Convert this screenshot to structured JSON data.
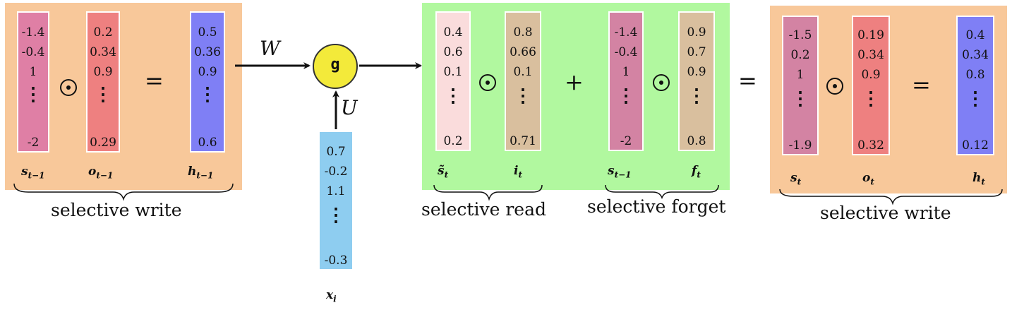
{
  "left_block": {
    "vectors": [
      {
        "label_main": "s",
        "label_sub": "t−1",
        "values": [
          "-1.4",
          "-0.4",
          "1",
          "-2"
        ],
        "color": "#df7fa5"
      },
      {
        "label_main": "o",
        "label_sub": "t−1",
        "values": [
          "0.2",
          "0.34",
          "0.9",
          "0.29"
        ],
        "color": "#ee8080"
      },
      {
        "label_main": "h",
        "label_sub": "t−1",
        "values": [
          "0.5",
          "0.36",
          "0.9",
          "0.6"
        ],
        "color": "#7f7ff5"
      }
    ],
    "caption": "selective write",
    "op_equals": "=",
    "bg": "#f8c89a"
  },
  "gate": {
    "label": "g",
    "w_label": "W",
    "u_label": "U",
    "color": "#f3ea3a"
  },
  "input_vector": {
    "label_main": "x",
    "label_sub": "i",
    "values": [
      "0.7",
      "-0.2",
      "1.1",
      "-0.3"
    ],
    "color": "#8ecdf0"
  },
  "middle_block": {
    "vectors": [
      {
        "label_main": "s̃",
        "label_sub": "t",
        "values": [
          "0.4",
          "0.6",
          "0.1",
          "0.2"
        ],
        "color": "#fadcdc"
      },
      {
        "label_main": "i",
        "label_sub": "t",
        "values": [
          "0.8",
          "0.66",
          "0.1",
          "0.71"
        ],
        "color": "#d9bf9e"
      },
      {
        "label_main": "s",
        "label_sub": "t−1",
        "values": [
          "-1.4",
          "-0.4",
          "1",
          "-2"
        ],
        "color": "#d383a3"
      },
      {
        "label_main": "f",
        "label_sub": "t",
        "values": [
          "0.9",
          "0.7",
          "0.9",
          "0.8"
        ],
        "color": "#d9bf9e"
      }
    ],
    "caption_read": "selective read",
    "caption_forget": "selective forget",
    "op_plus": "+",
    "bg": "#b1f89f"
  },
  "between_equals": "=",
  "right_block": {
    "vectors": [
      {
        "label_main": "s",
        "label_sub": "t",
        "values": [
          "-1.5",
          "0.2",
          "1",
          "-1.9"
        ],
        "color": "#d383a3"
      },
      {
        "label_main": "o",
        "label_sub": "t",
        "values": [
          "0.19",
          "0.34",
          "0.9",
          "0.32"
        ],
        "color": "#ee8080"
      },
      {
        "label_main": "h",
        "label_sub": "t",
        "values": [
          "0.4",
          "0.34",
          "0.8",
          "0.12"
        ],
        "color": "#7f7ff5"
      }
    ],
    "caption": "selective write",
    "op_equals": "=",
    "bg": "#f8c89a"
  }
}
